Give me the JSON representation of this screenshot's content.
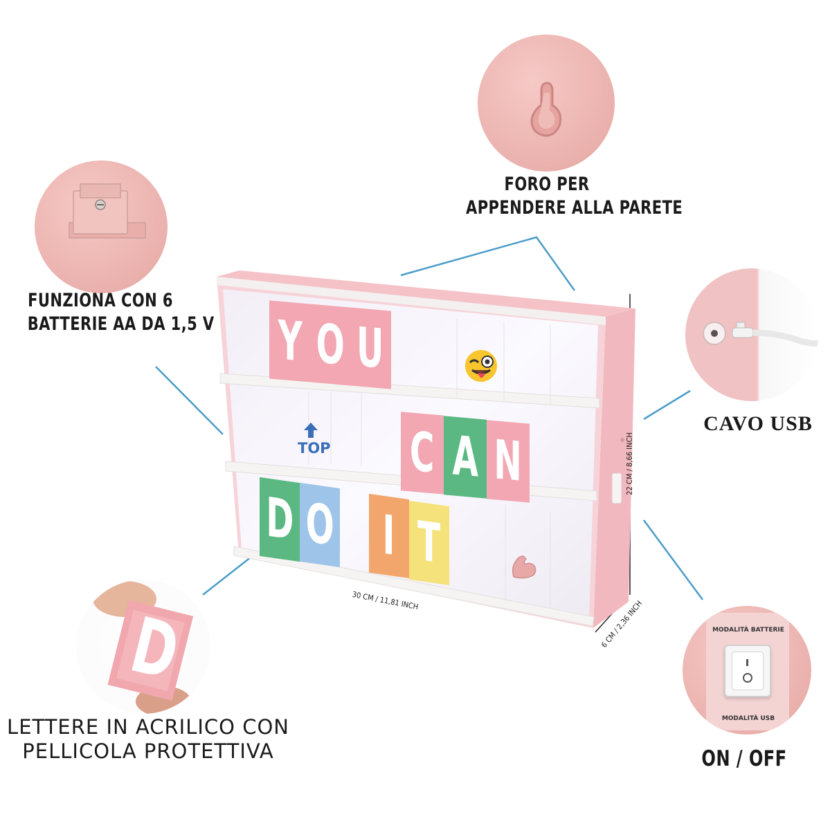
{
  "labels": {
    "hang_hole": [
      "FORO PER",
      "APPENDERE ALLA PARETE"
    ],
    "batteries": [
      "FUNZIONA CON 6",
      "BATTERIE AA DA 1,5 V"
    ],
    "usb": "CAVO USB",
    "letters": [
      "LETTERE IN ACRILICO CON",
      "PELLICOLA PROTETTIVA"
    ],
    "switch": "ON / OFF"
  },
  "switch_panel": {
    "top": "MODALITÀ BATTERIE",
    "bottom": "MODALITÀ USB"
  },
  "dimensions": {
    "width": "30 CM / 11,81 INCH",
    "height": "22 CM / 8,66 INCH",
    "depth": "6 CM / 2,36 INCH"
  },
  "lightbox": {
    "row1": [
      "Y",
      "O",
      "U"
    ],
    "row2": [
      "C",
      "A",
      "N"
    ],
    "row3": [
      "D",
      "O",
      "I",
      "T"
    ],
    "top_card": "TOP"
  },
  "letter_card": "D",
  "colors": {
    "pink": "#f2a7b3",
    "green": "#5bb882",
    "blue": "#9ec4ea",
    "orange": "#f2a66c",
    "yellow": "#f5e27a",
    "leader_line": "#4a9cc8"
  }
}
